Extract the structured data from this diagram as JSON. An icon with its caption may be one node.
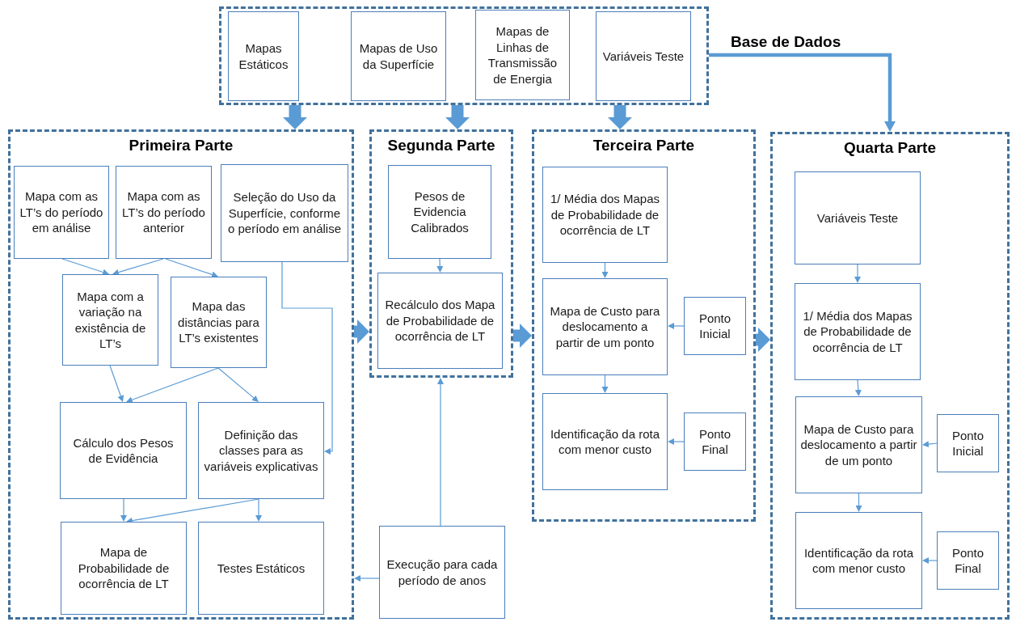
{
  "diagram": {
    "nodes": [
      {
        "text": [
          "Base de Dados"
        ]
      },
      {
        "text": [
          "Mapas Estáticos"
        ],
        "in": 0
      },
      {
        "text": [
          "Mapas de Uso da Superfície"
        ],
        "in": 0
      },
      {
        "text": [
          "Mapas de Linhas de Transmissão de Energia"
        ],
        "in": 0
      },
      {
        "text": [
          "Variáveis Teste"
        ],
        "in": 0
      },
      {
        "text": [
          "Primeira Parte"
        ]
      },
      {
        "text": [
          "Mapa com as LT’s do período em análise"
        ],
        "in": 5
      },
      {
        "text": [
          "Mapa com as LT’s do período anterior"
        ],
        "in": 5
      },
      {
        "text": [
          "Seleção do Uso da Superfície, conforme o período em análise"
        ],
        "in": 5
      },
      {
        "text": [
          "Mapa com a variação na existência de LT’s"
        ],
        "in": 5
      },
      {
        "text": [
          "Mapa das distâncias para LT’s existentes"
        ],
        "in": 5
      },
      {
        "text": [
          "Cálculo dos Pesos de Evidência"
        ],
        "in": 5
      },
      {
        "text": [
          "Definição das classes para as variáveis explicativas"
        ],
        "in": 5
      },
      {
        "text": [
          "Mapa de Probabilidade de ocorrência de LT"
        ],
        "in": 5
      },
      {
        "text": [
          "Testes Estáticos"
        ],
        "in": 5
      },
      {
        "text": [
          "Segunda Parte"
        ]
      },
      {
        "text": [
          "Pesos de Evidencia Calibrados"
        ],
        "in": 15
      },
      {
        "text": [
          "Recálculo dos Mapa de Probabilidade de ocorrência de LT"
        ],
        "in": 15
      },
      {
        "text": [
          "Execução para cada período de anos"
        ]
      },
      {
        "text": [
          "Terceira Parte"
        ]
      },
      {
        "text": [
          "1/ Média dos Mapas de Probabilidade de ocorrência de LT"
        ],
        "in": 19
      },
      {
        "text": [
          "Mapa de Custo para deslocamento a partir de um ponto"
        ],
        "in": 19
      },
      {
        "text": [
          "Ponto Inicial"
        ],
        "in": 19
      },
      {
        "text": [
          "Identificação da rota com menor custo"
        ],
        "in": 19
      },
      {
        "text": [
          "Ponto Final"
        ],
        "in": 19
      },
      {
        "text": [
          "Quarta Parte"
        ]
      },
      {
        "text": [
          "Variáveis Teste"
        ],
        "in": 25
      },
      {
        "text": [
          "1/ Média dos Mapas de Probabilidade de ocorrência de LT"
        ],
        "in": 25
      },
      {
        "text": [
          "Mapa de Custo para deslocamento a partir de um ponto"
        ],
        "in": 25
      },
      {
        "text": [
          "Ponto Inicial"
        ],
        "in": 25
      },
      {
        "text": [
          "Identificação da rota com menor custo"
        ],
        "in": 25
      },
      {
        "text": [
          "Ponto Final"
        ],
        "in": 25
      }
    ],
    "edges": [
      {
        "from": 0,
        "to": 5,
        "arrow": "to",
        "style": "thick"
      },
      {
        "from": 0,
        "to": 15,
        "arrow": "to",
        "style": "thick"
      },
      {
        "from": 0,
        "to": 19,
        "arrow": "to",
        "style": "thick"
      },
      {
        "from": 0,
        "to": 25,
        "arrow": "to",
        "style": "thick"
      },
      {
        "from": 5,
        "to": 15,
        "arrow": "to",
        "style": "thick"
      },
      {
        "from": 15,
        "to": 19,
        "arrow": "to",
        "style": "thick"
      },
      {
        "from": 19,
        "to": 25,
        "arrow": "to",
        "style": "thick"
      },
      {
        "from": 6,
        "to": 9,
        "arrow": "to"
      },
      {
        "from": 7,
        "to": 9,
        "arrow": "to"
      },
      {
        "from": 7,
        "to": 10,
        "arrow": "to"
      },
      {
        "from": 8,
        "to": 12,
        "arrow": "to"
      },
      {
        "from": 9,
        "to": 11,
        "arrow": "to"
      },
      {
        "from": 10,
        "to": 11,
        "arrow": "to"
      },
      {
        "from": 10,
        "to": 12,
        "arrow": "to"
      },
      {
        "from": 11,
        "to": 13,
        "arrow": "to"
      },
      {
        "from": 12,
        "to": 13,
        "arrow": "to"
      },
      {
        "from": 12,
        "to": 14,
        "arrow": "to"
      },
      {
        "from": 16,
        "to": 17,
        "arrow": "to"
      },
      {
        "from": 18,
        "to": 15,
        "arrow": "to"
      },
      {
        "from": 18,
        "to": 5,
        "arrow": "to"
      },
      {
        "from": 20,
        "to": 21,
        "arrow": "to"
      },
      {
        "from": 21,
        "to": 23,
        "arrow": "to"
      },
      {
        "from": 22,
        "to": 21,
        "arrow": "to"
      },
      {
        "from": 24,
        "to": 23,
        "arrow": "to"
      },
      {
        "from": 26,
        "to": 27,
        "arrow": "to"
      },
      {
        "from": 27,
        "to": 28,
        "arrow": "to"
      },
      {
        "from": 28,
        "to": 30,
        "arrow": "to"
      },
      {
        "from": 29,
        "to": 28,
        "arrow": "to"
      },
      {
        "from": 31,
        "to": 30,
        "arrow": "to"
      }
    ]
  }
}
